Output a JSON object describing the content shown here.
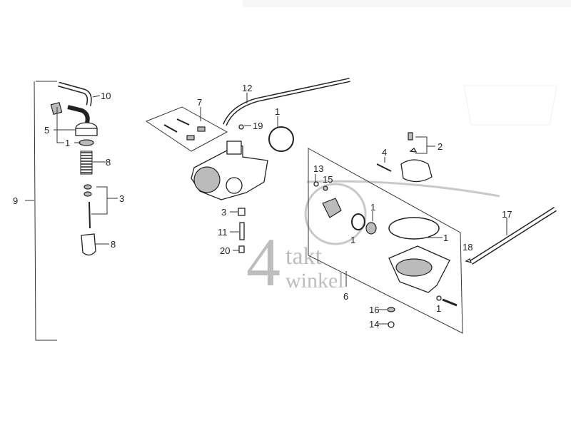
{
  "watermark": {
    "digit": "4",
    "line1": "takt",
    "line2": "winkel"
  },
  "callouts": {
    "fuel_valve_set": "9",
    "fuel_hose_elbow": "10",
    "valve_body": "5",
    "valve_washer": "1",
    "valve_spring": "8",
    "valve_needle_set": "3",
    "valve_cup": "8",
    "screw_set": "7",
    "vent_tube": "12",
    "body_oring": "1",
    "tube_clip": "19",
    "jet_holder": "3",
    "main_jet": "11",
    "slow_jet": "20",
    "float_valve": "2",
    "float_pin": "4",
    "screw_13": "13",
    "washer_15": "15",
    "chamber_set": "6",
    "oring_small": "1",
    "filter_screen": "1",
    "bowl_gasket": "1",
    "drain_washer": "1",
    "drain_tube": "17",
    "tube_clip_18": "18",
    "washer_16": "16",
    "screw_14": "14"
  }
}
